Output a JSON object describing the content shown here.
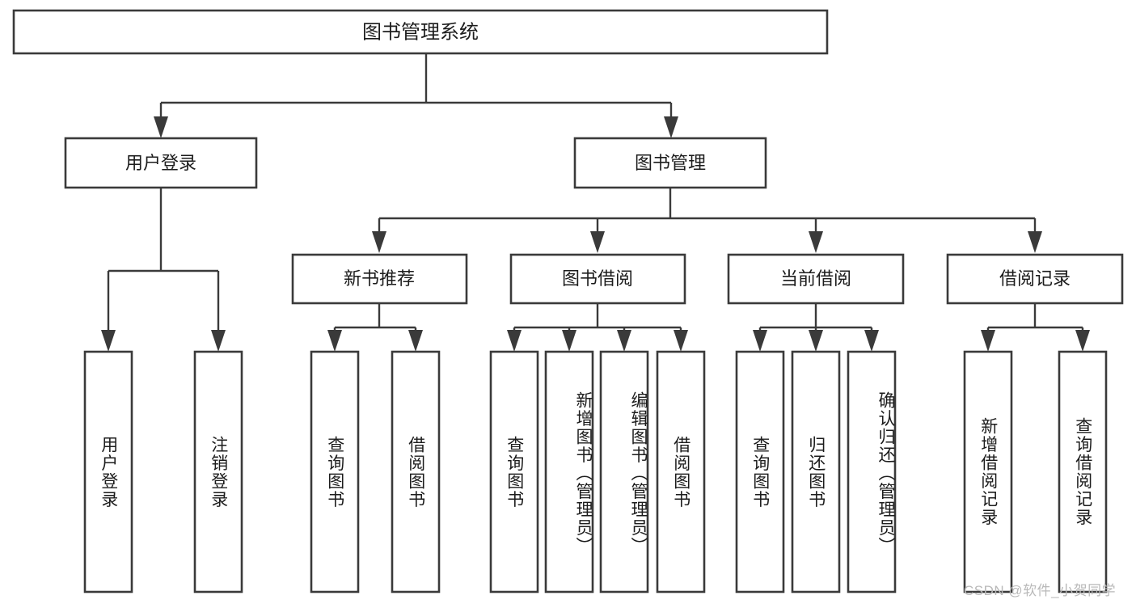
{
  "diagram": {
    "title": "图书管理系统",
    "type": "tree-hierarchy",
    "root": {
      "label": "图书管理系统"
    },
    "level2": [
      {
        "label": "用户登录"
      },
      {
        "label": "图书管理"
      }
    ],
    "level3": [
      {
        "label": "新书推荐"
      },
      {
        "label": "图书借阅"
      },
      {
        "label": "当前借阅"
      },
      {
        "label": "借阅记录"
      }
    ],
    "leaves": {
      "user_login": [
        {
          "label": "用户登录"
        },
        {
          "label": "注销登录"
        }
      ],
      "new_book_recommend": [
        {
          "label": "查询图书"
        },
        {
          "label": "借阅图书"
        }
      ],
      "book_borrow": [
        {
          "label": "查询图书"
        },
        {
          "label": "新增图书（管理员）"
        },
        {
          "label": "编辑图书（管理员）"
        },
        {
          "label": "借阅图书"
        }
      ],
      "current_borrow": [
        {
          "label": "查询图书"
        },
        {
          "label": "归还图书"
        },
        {
          "label": "确认归还（管理员）"
        }
      ],
      "borrow_record": [
        {
          "label": "新增借阅记录"
        },
        {
          "label": "查询借阅记录"
        }
      ]
    }
  },
  "watermark": {
    "text": "CSDN @软件_小贺同学"
  },
  "colors": {
    "background": "#ffffff",
    "box_stroke": "#3a3a3a",
    "text": "#1c1c1c",
    "watermark": "#b9b9b9"
  }
}
